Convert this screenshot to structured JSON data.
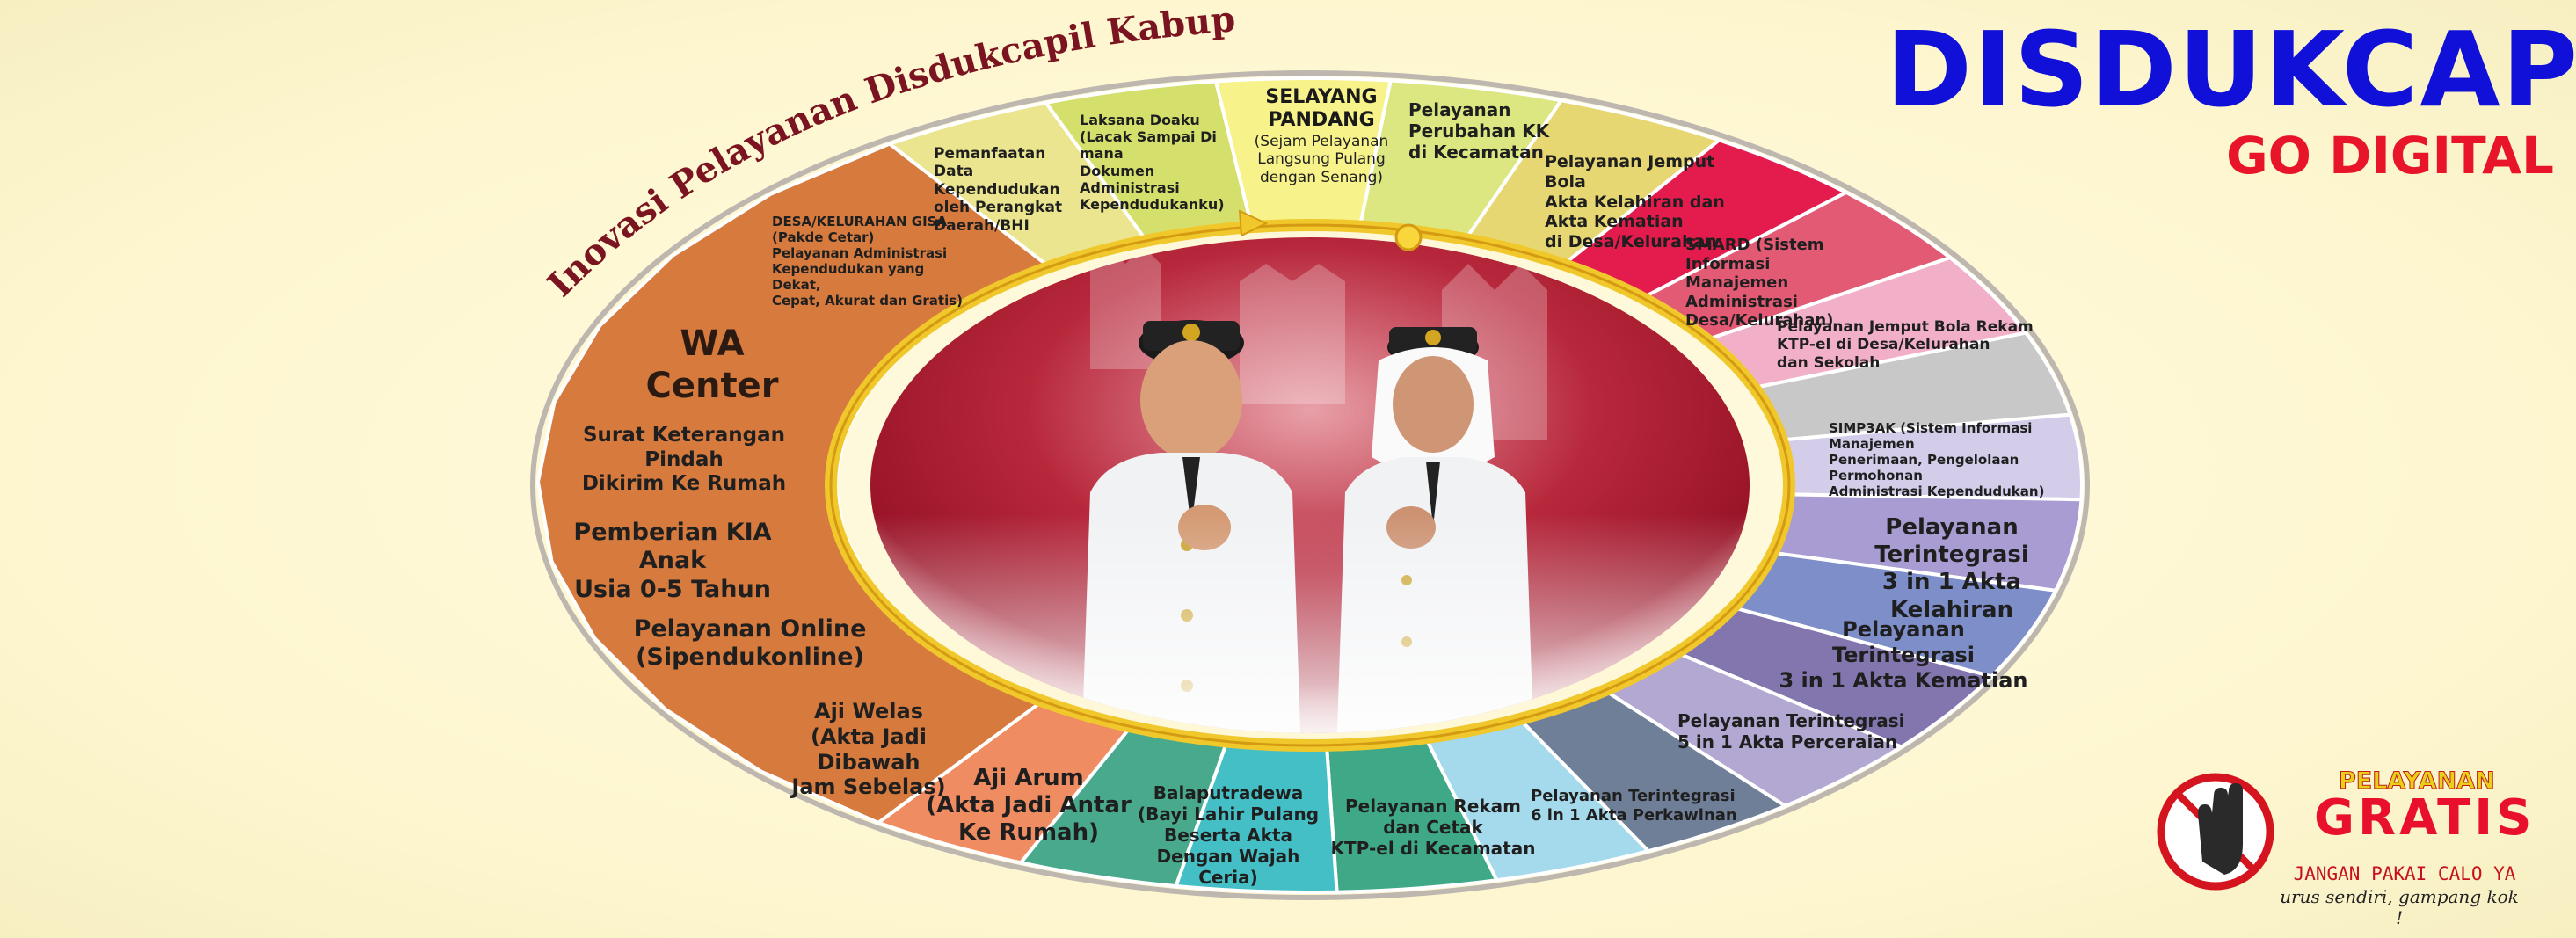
{
  "banner": {
    "title": "DISDUKCAPIL",
    "subtitle": "GO DIGITAL",
    "arc_title": "Inovasi Pelayanan Disdukcapil Kabupaten Semarang"
  },
  "badge": {
    "top": "PELAYANAN",
    "main": "GRATIS",
    "line1": "JANGAN PAKAI CALO YA",
    "line2": "urus sendiri, gampang kok !"
  },
  "segments": [
    {
      "color": "#ebe58f",
      "title": "",
      "lines": [
        "Pemanfaatan Data",
        "Kependudukan",
        "oleh Perangkat",
        "Daerah/BHI"
      ]
    },
    {
      "color": "#d5e06c",
      "title": "",
      "lines": [
        "Laksana Doaku",
        "(Lacak Sampai Di mana",
        "Dokumen Administrasi",
        "Kependudukanku)"
      ]
    },
    {
      "color": "#f8f28a",
      "title": "SELAYANG PANDANG",
      "lines": [
        "(Sejam Pelayanan",
        "Langsung Pulang",
        "dengan Senang)"
      ]
    },
    {
      "color": "#dce781",
      "title": "",
      "lines": [
        "Pelayanan",
        "Perubahan KK",
        "di Kecamatan"
      ]
    },
    {
      "color": "#e6d773",
      "title": "",
      "lines": [
        "Pelayanan Jemput Bola",
        "Akta Kelahiran dan",
        "Akta Kematian",
        "di Desa/Kelurahan"
      ]
    },
    {
      "color": "#e41c4e",
      "title": "",
      "lines": [
        "SMARD (Sistem Informasi",
        "Manajemen Administrasi",
        "Desa/Kelurahan)"
      ]
    },
    {
      "color": "#e35a75",
      "title": "",
      "lines": [
        "Pelayanan Jemput Bola Rekam",
        "KTP-el di Desa/Kelurahan",
        "dan Sekolah"
      ]
    },
    {
      "color": "#f1b0c8",
      "title": "",
      "lines": [
        "SIMP3AK (Sistem Informasi Manajemen",
        "Penerimaan, Pengelolaan Permohonan",
        "Administrasi Kependudukan)"
      ]
    },
    {
      "color": "#c8c8c8",
      "title": "",
      "lines": [
        "Pelayanan Terintegrasi",
        "3 in 1 Akta Kelahiran"
      ]
    },
    {
      "color": "#d3cde9",
      "title": "",
      "lines": [
        "Pelayanan Terintegrasi",
        "3 in 1 Akta Kematian"
      ]
    },
    {
      "color": "#a99cd2",
      "title": "",
      "lines": [
        "Pelayanan Terintegrasi",
        "5 in 1 Akta Perceraian"
      ]
    },
    {
      "color": "#7d8ec9",
      "title": "",
      "lines": [
        "Pelayanan Terintegrasi",
        "6 in 1 Akta Perkawinan"
      ]
    },
    {
      "color": "#8375ad",
      "title": "",
      "lines": [
        "Pelayanan Rekam",
        "dan Cetak",
        "KTP-el di Kecamatan"
      ]
    },
    {
      "color": "#b3a8d2",
      "title": "",
      "lines": [
        "Balaputradewa",
        "(Bayi Lahir Pulang",
        "Beserta Akta",
        "Dengan Wajah Ceria)"
      ]
    },
    {
      "color": "#6f7f97",
      "title": "",
      "lines": [
        "Aji Arum",
        "(Akta Jadi Antar",
        "Ke Rumah)"
      ]
    },
    {
      "color": "#a5d9ec",
      "title": "",
      "lines": [
        "Aji Welas",
        "(Akta Jadi Dibawah",
        "Jam Sebelas)"
      ]
    },
    {
      "color": "#3fa886",
      "title": "",
      "lines": [
        "Pelayanan Online",
        "(Sipendukonline)"
      ]
    },
    {
      "color": "#45bfc6",
      "title": "",
      "lines": [
        "Pemberian KIA Anak",
        "Usia 0-5 Tahun"
      ]
    },
    {
      "color": "#48a98c",
      "title": "",
      "lines": [
        "Surat Keterangan Pindah",
        "Dikirim Ke Rumah"
      ]
    },
    {
      "color": "#ef8c62",
      "title": "",
      "lines": [
        "WA Center"
      ]
    },
    {
      "color": "#d67a3e",
      "title": "",
      "lines": [
        "DESA/KELURAHAN GISA",
        "(Pakde Cetar)",
        "Pelayanan Administrasi",
        "Kependudukan yang Dekat,",
        "Cepat, Akurat dan Gratis)"
      ]
    }
  ]
}
